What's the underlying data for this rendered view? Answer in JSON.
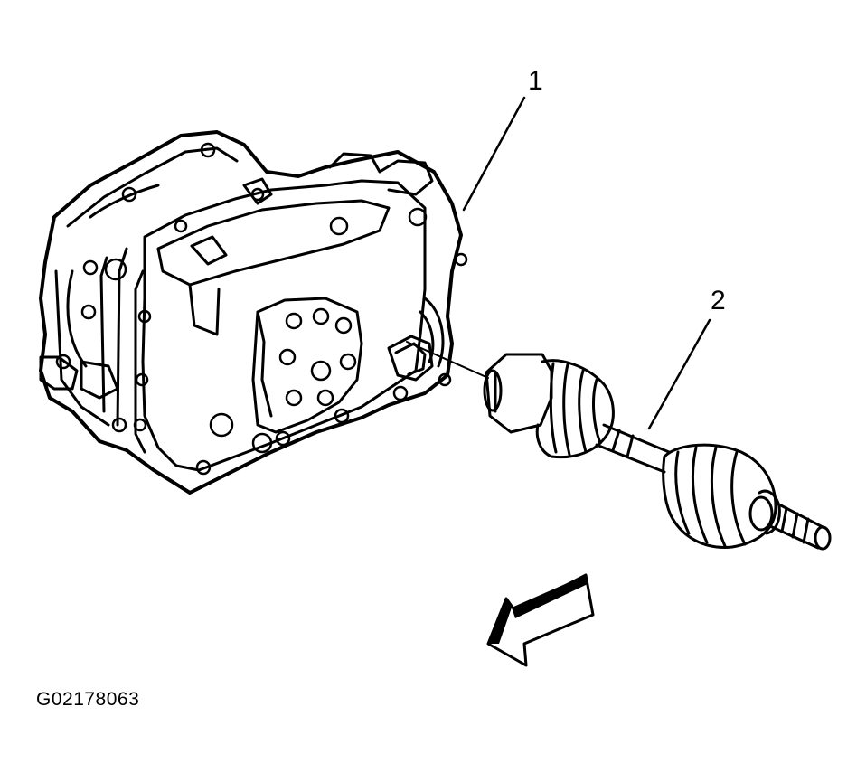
{
  "figure": {
    "id": "G02178063",
    "callouts": [
      {
        "number": "1"
      },
      {
        "number": "2"
      }
    ],
    "direction_arrow": "forward-arrow"
  },
  "colors": {
    "ink": "#000000",
    "paper": "#ffffff"
  }
}
